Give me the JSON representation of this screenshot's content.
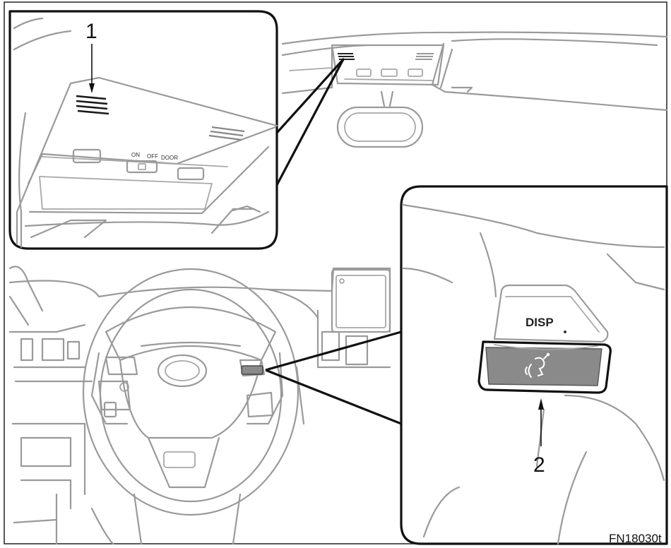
{
  "callouts": {
    "one": "1",
    "two": "2"
  },
  "overhead": {
    "switch_on": "ON",
    "switch_off": "OFF",
    "switch_door": "DOOR"
  },
  "steering_switch": {
    "disp_label": "DISP",
    "talk_icon": "voice-talk-icon"
  },
  "figure_code": "FN18030t",
  "colors": {
    "talk_button": "#8a8a8a",
    "line_art": "#9a9a9a",
    "frame": "#111111"
  }
}
